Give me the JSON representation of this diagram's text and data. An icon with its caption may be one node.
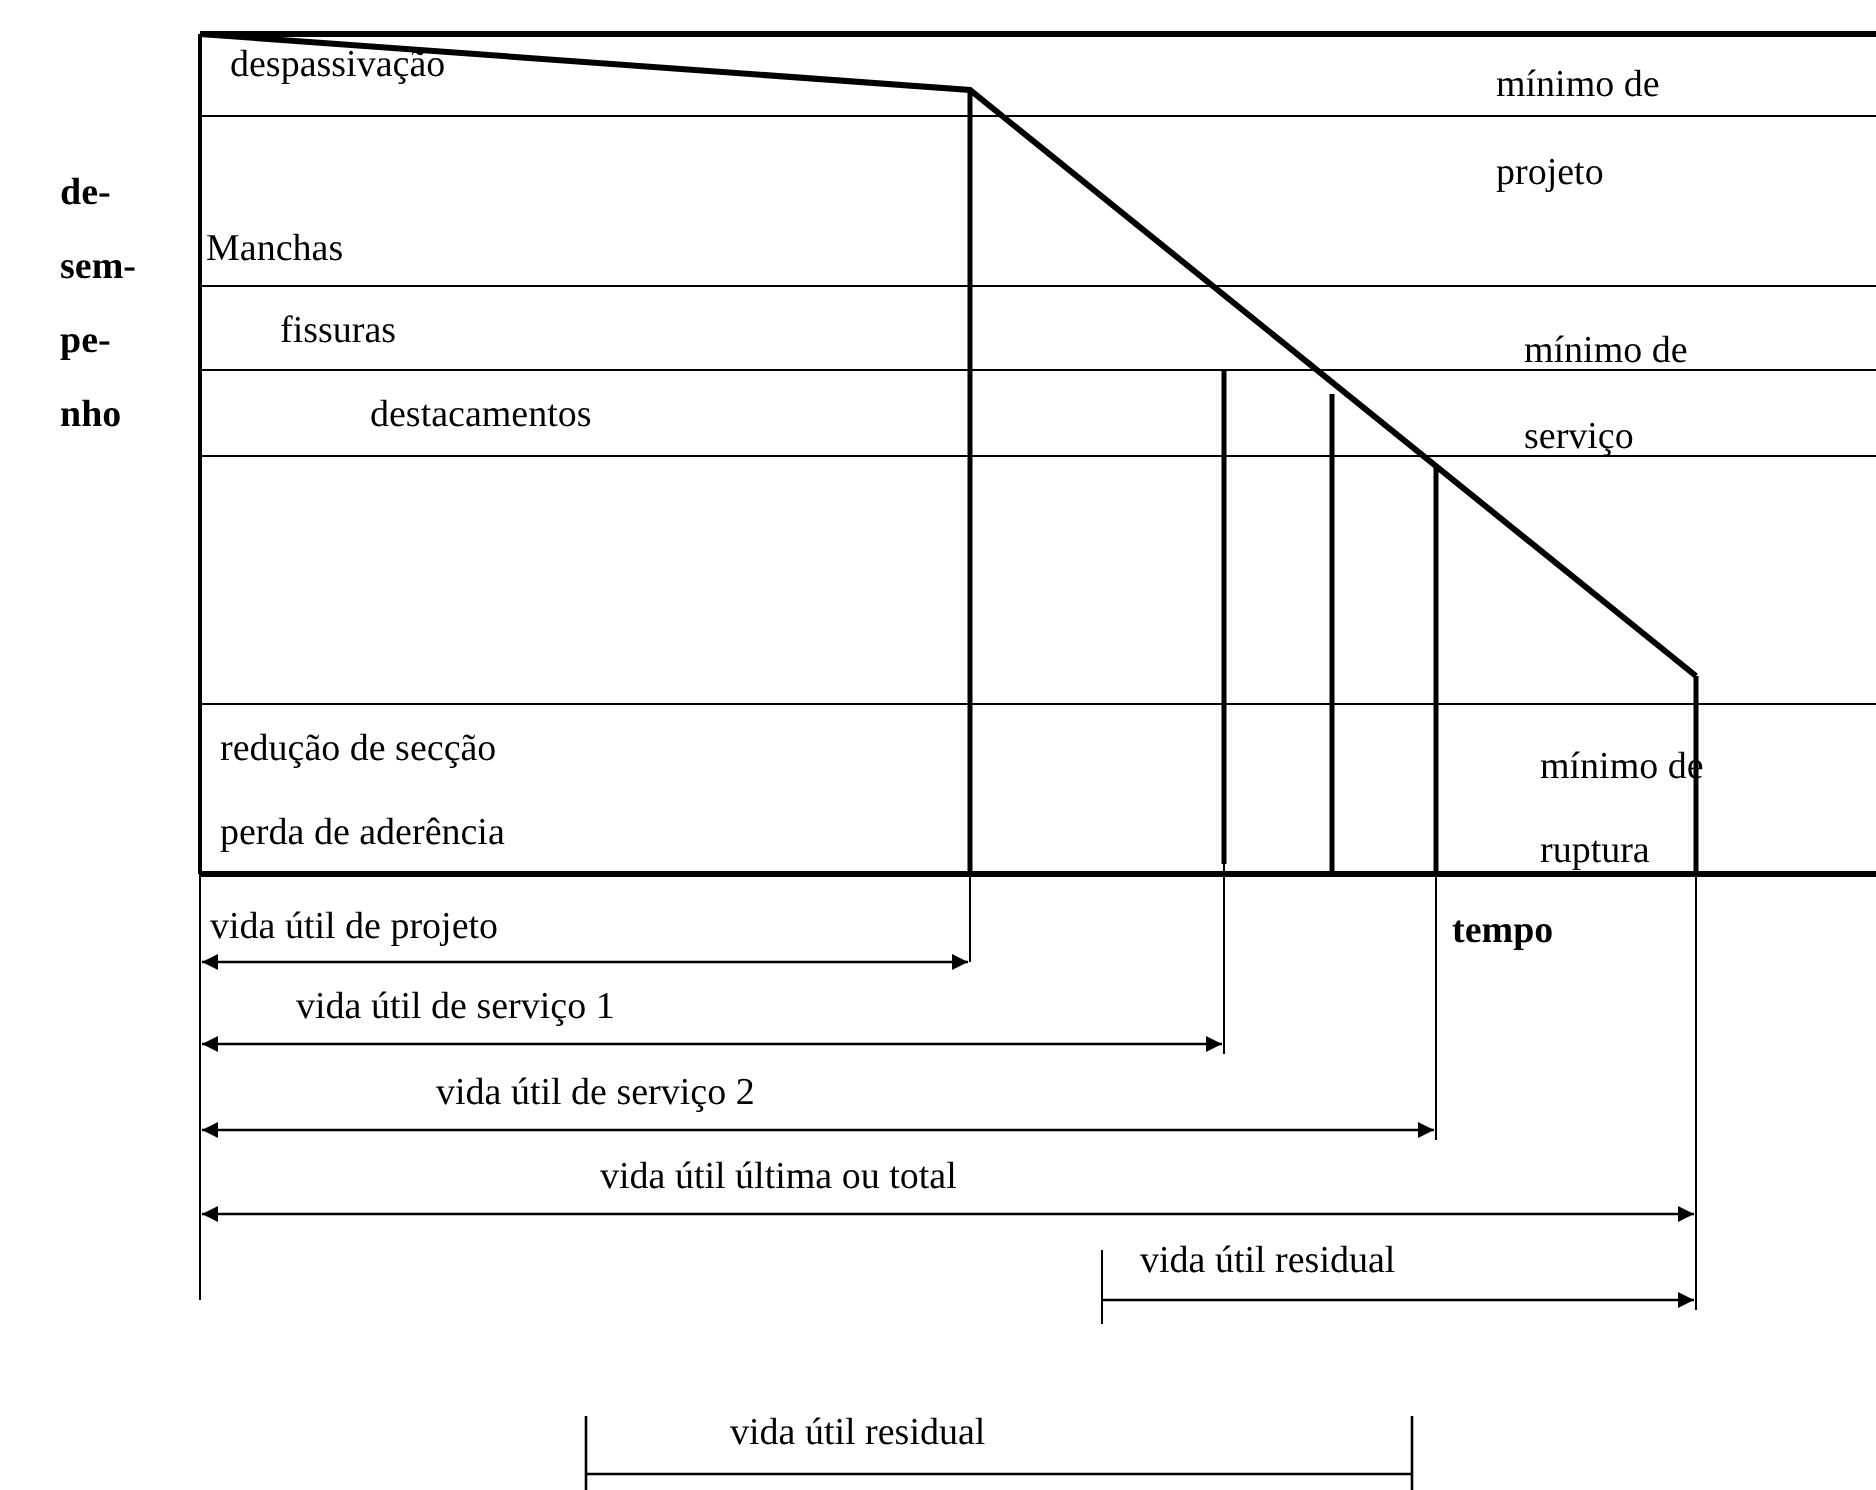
{
  "diagram": {
    "labels": [
      "despassivação",
      "mínimo de projeto",
      "de- sem- pe- nho",
      "Manchas",
      "fissuras",
      "mínimo de serviço",
      "destacamentos",
      "redução de secção",
      "perda de aderência",
      "mínimo de ruptura",
      "vida útil de projeto",
      "tempo",
      "vida útil de serviço 1",
      "vida útil de serviço 2",
      "vida útil última ou total",
      "vida útil residual",
      "vida útil residual"
    ]
  }
}
